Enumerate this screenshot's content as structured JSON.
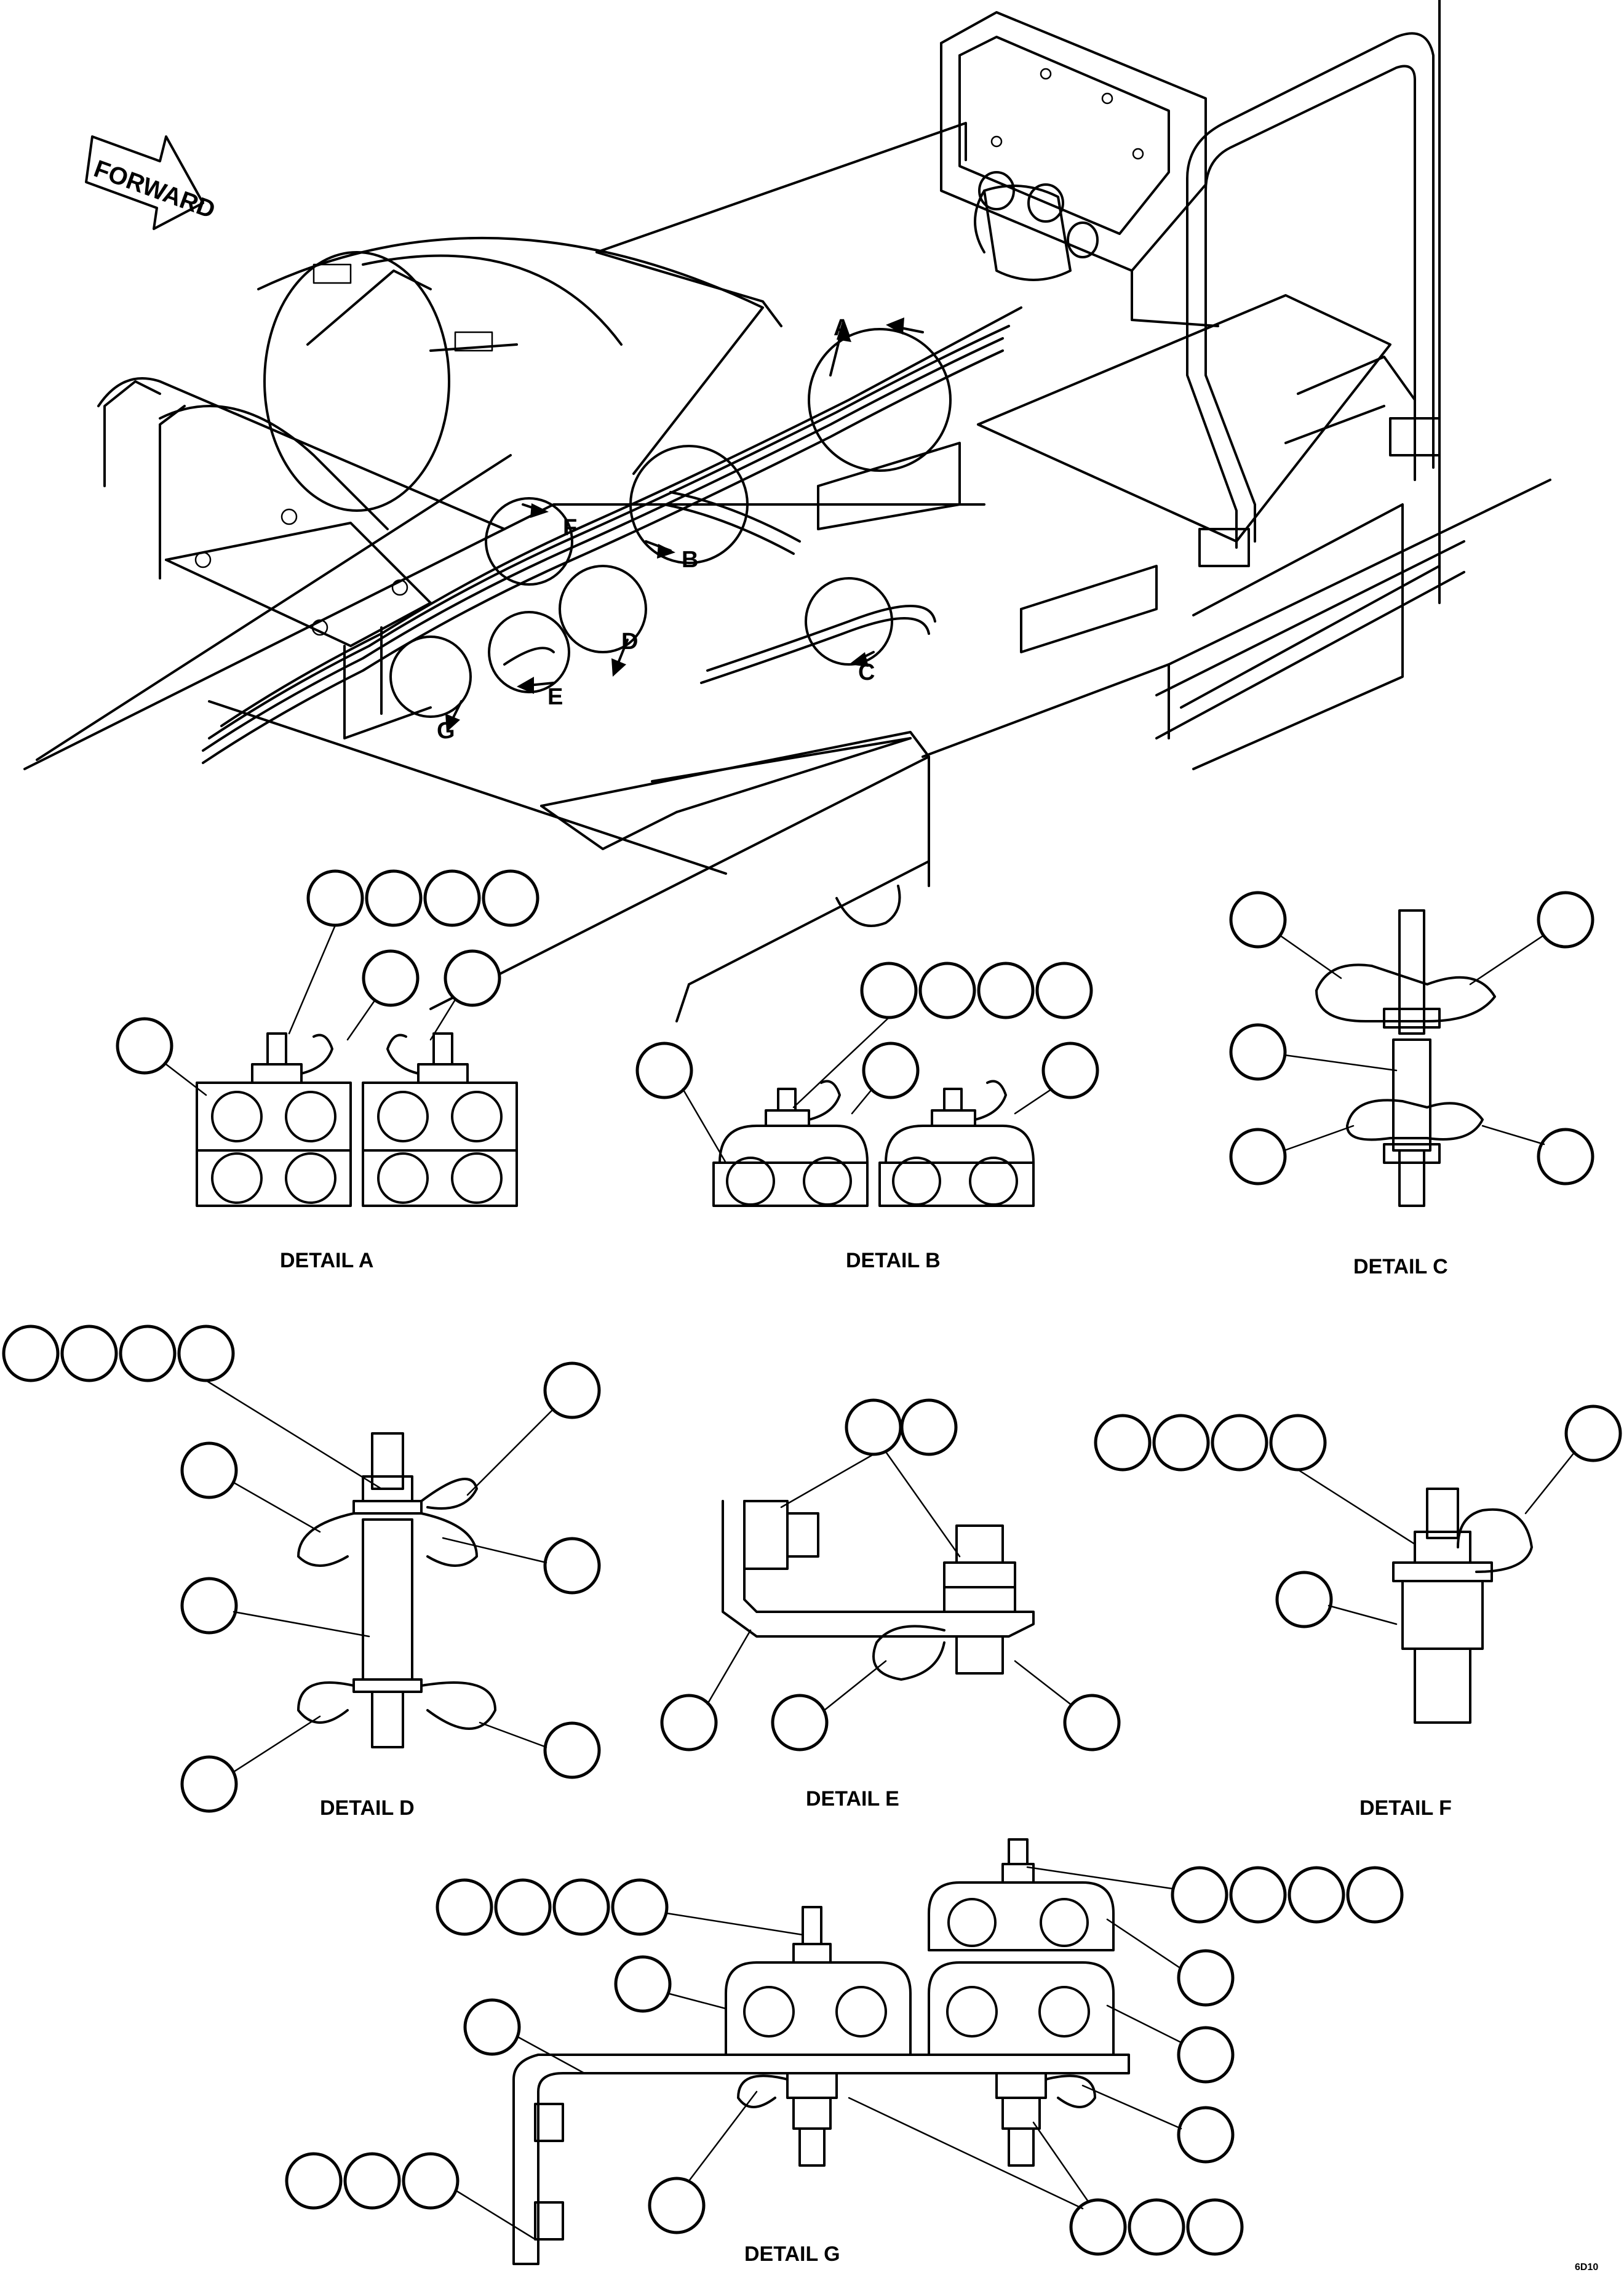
{
  "forward_label": "FORWARD",
  "callout_letters": [
    "A",
    "B",
    "C",
    "D",
    "E",
    "F",
    "G"
  ],
  "details": {
    "a": "DETAIL A",
    "b": "DETAIL B",
    "c": "DETAIL C",
    "d": "DETAIL D",
    "e": "DETAIL E",
    "f": "DETAIL F",
    "g": "DETAIL G"
  },
  "drawing_code": "6D10"
}
